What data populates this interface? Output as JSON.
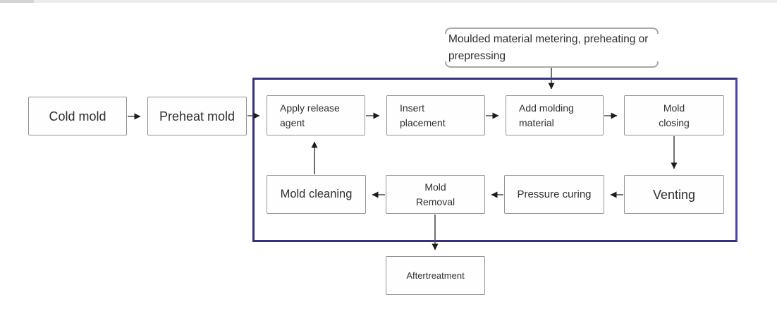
{
  "nodes": {
    "cold_mold": {
      "label": "Cold mold"
    },
    "preheat_mold": {
      "label": "Preheat mold"
    },
    "material_prep": {
      "label": "Moulded material metering, preheating or prepressing"
    },
    "apply_release_agent": {
      "label": "Apply release agent"
    },
    "insert_placement": {
      "label": "Insert placement"
    },
    "add_molding_material": {
      "label": "Add molding material"
    },
    "mold_closing": {
      "label": "Mold closing"
    },
    "venting": {
      "label": "Venting"
    },
    "pressure_curing": {
      "label": "Pressure curing"
    },
    "mold_removal": {
      "label": "Mold Removal"
    },
    "mold_cleaning": {
      "label": "Mold cleaning"
    },
    "aftertreatment": {
      "label": "Aftertreatment"
    }
  },
  "edges": [
    {
      "from": "cold_mold",
      "to": "preheat_mold"
    },
    {
      "from": "preheat_mold",
      "to": "apply_release_agent"
    },
    {
      "from": "apply_release_agent",
      "to": "insert_placement"
    },
    {
      "from": "insert_placement",
      "to": "add_molding_material"
    },
    {
      "from": "material_prep",
      "to": "add_molding_material"
    },
    {
      "from": "add_molding_material",
      "to": "mold_closing"
    },
    {
      "from": "mold_closing",
      "to": "venting"
    },
    {
      "from": "venting",
      "to": "pressure_curing"
    },
    {
      "from": "pressure_curing",
      "to": "mold_removal"
    },
    {
      "from": "mold_removal",
      "to": "mold_cleaning"
    },
    {
      "from": "mold_cleaning",
      "to": "apply_release_agent"
    },
    {
      "from": "mold_removal",
      "to": "aftertreatment"
    }
  ],
  "colors": {
    "container_border": "#35317c",
    "node_border": "#949494",
    "arrow_line": "#4c4c4c",
    "arrowhead": "#1c1c1c",
    "text": "#2f2f2f",
    "background": "#ffffff"
  }
}
